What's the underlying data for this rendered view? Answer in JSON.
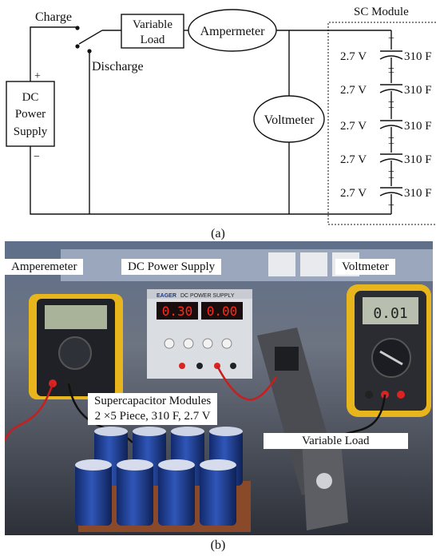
{
  "panel_a": {
    "caption": "(a)",
    "charge": "Charge",
    "discharge": "Discharge",
    "variable_load": [
      "Variable",
      "Load"
    ],
    "ampermeter": "Ampermeter",
    "voltmeter": "Voltmeter",
    "dc_supply": [
      "DC",
      "Power",
      "Supply"
    ],
    "plus": "+",
    "minus": "−",
    "sc_module": "SC Module",
    "cells": [
      {
        "voltage": "2.7 V",
        "capacitance": "310 F"
      },
      {
        "voltage": "2.7 V",
        "capacitance": "310 F"
      },
      {
        "voltage": "2.7 V",
        "capacitance": "310 F"
      },
      {
        "voltage": "2.7 V",
        "capacitance": "310 F"
      },
      {
        "voltage": "2.7 V",
        "capacitance": "310 F"
      }
    ]
  },
  "panel_b": {
    "caption": "(b)",
    "ampermeter_label": "Amperemeter",
    "dc_label": "DC Power Supply",
    "voltmeter_label": "Voltmeter",
    "modules_label_1": "Supercapacitor Modules",
    "modules_label_2": "2 ×5 Piece, 310 F, 2.7 V",
    "load_label": "Variable Load",
    "supply_brand": "EAGER",
    "supply_title": "DC POWER SUPPLY",
    "supply_voltage_reading": "0.30",
    "supply_current_reading": "0.00",
    "voltmeter_reading": "0.01"
  },
  "colors": {
    "line": "#111111",
    "photo_bg": "#3b4250",
    "meter_yellow": "#e8b61c",
    "capacitor_blue": "#1e3e8e",
    "led_red": "#ff2a1a"
  }
}
